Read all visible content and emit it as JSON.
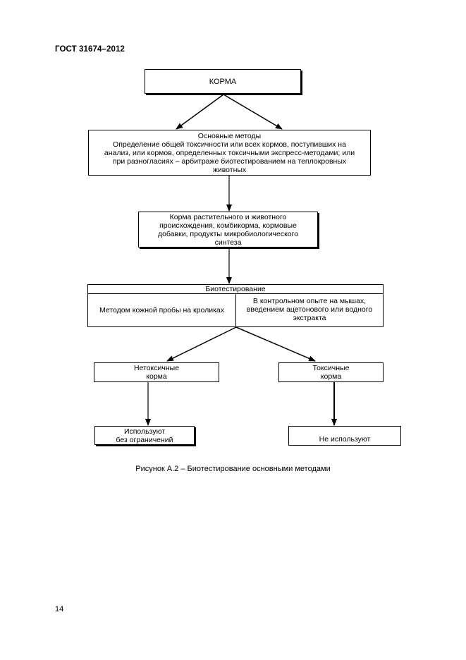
{
  "header": {
    "doc_code": "ГОСТ 31674–2012"
  },
  "diagram": {
    "root": "КОРМА",
    "methods": {
      "title": "Основные методы",
      "lines": [
        "Определение общей токсичности или всех кормов, поступивших на",
        "анализ, или кормов, определенных токсичными экспресс-методами; или",
        "при разногласиях – арбитраже биотестированием на теплокровных",
        "животных"
      ]
    },
    "feeds": {
      "lines": [
        "Корма растительного и животного",
        "происхождения, комбикорма, кормовые",
        "добавки, продукты микробиологического",
        "синтеза"
      ]
    },
    "biotesting": {
      "title": "Биотестирование",
      "left": "Методом кожной пробы на кроликах",
      "right_lines": [
        "В контрольном опыте на мышах,",
        "введением ацетонового или водного",
        "экстракта"
      ]
    },
    "nontoxic": {
      "lines": [
        "Нетоксичные",
        "корма"
      ]
    },
    "toxic": {
      "lines": [
        "Токсичные",
        "корма"
      ]
    },
    "use": {
      "lines": [
        "Используют",
        "без ограничений"
      ]
    },
    "nouse": {
      "lines": [
        "Не используют"
      ]
    }
  },
  "caption": "Рисунок А.2 – Биотестирование основными методами",
  "footer": {
    "page_number": "14"
  }
}
